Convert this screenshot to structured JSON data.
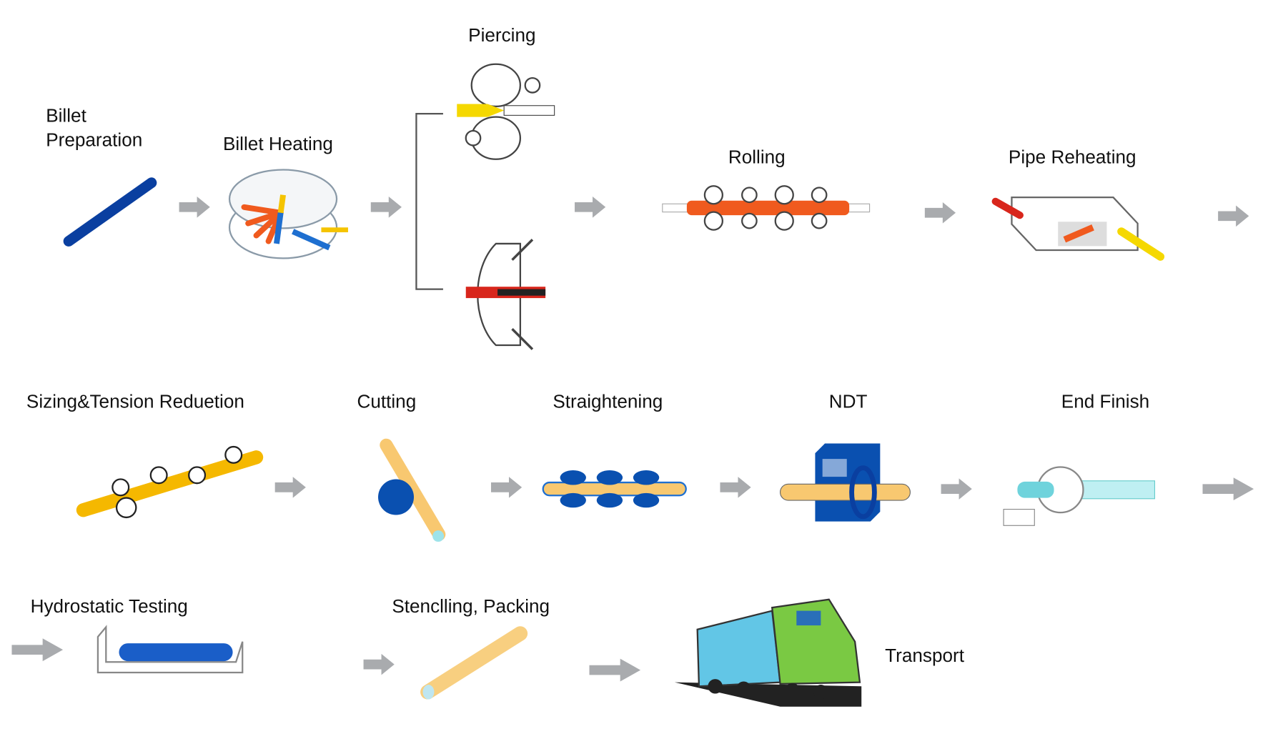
{
  "steps": {
    "billet_preparation": {
      "line1": "Billet",
      "line2": "Preparation"
    },
    "billet_heating": "Billet Heating",
    "piercing": "Piercing",
    "rolling": "Rolling",
    "pipe_reheating": "Pipe Reheating",
    "sizing": "Sizing&Tension Reduetion",
    "cutting": "Cutting",
    "straightening": "Straightening",
    "ndt": "NDT",
    "end_finish": "End Finish",
    "hydrostatic": "Hydrostatic Testing",
    "stencilling": "Stenclling, Packing",
    "transport": "Transport"
  },
  "colors": {
    "arrow": "#a9abae",
    "billet_blue": "#0a3fa0",
    "hot_orange": "#f05a1e",
    "yellow": "#f5c400",
    "pipe_light": "#f7c873",
    "cyan": "#9ee3ea",
    "train_green": "#7ac943"
  }
}
